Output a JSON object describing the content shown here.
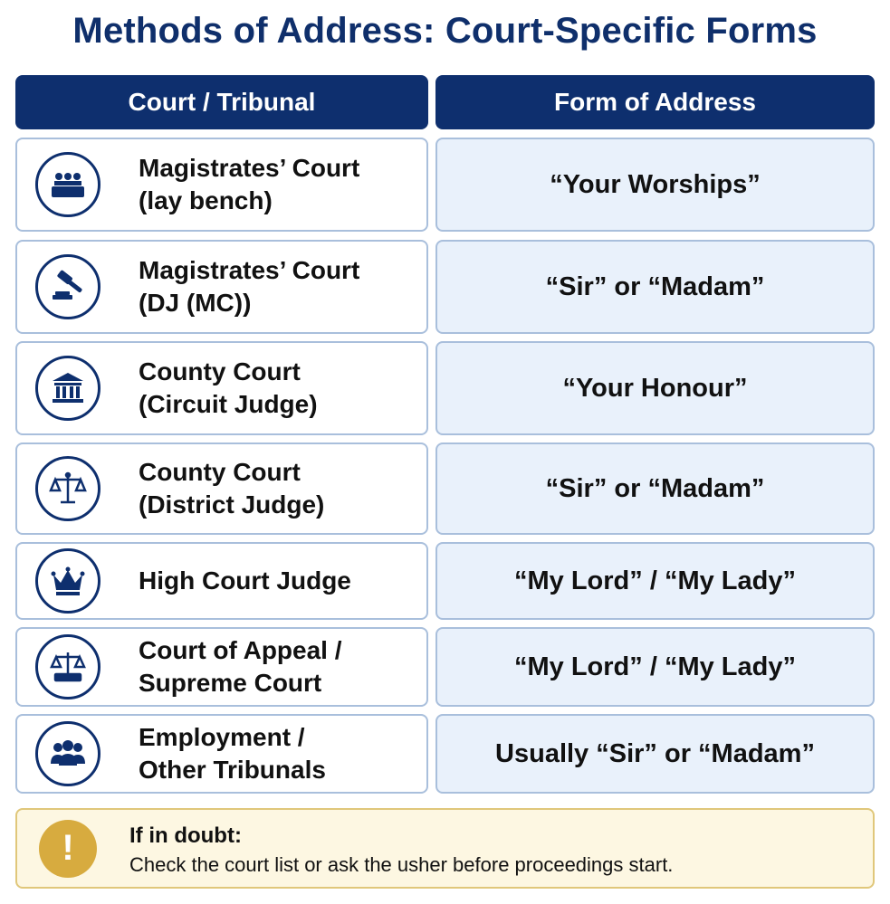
{
  "title": "Methods of Address: Court-Specific Forms",
  "headers": {
    "court": "Court / Tribunal",
    "address": "Form of Address"
  },
  "rows": [
    {
      "icon": "bench-icon",
      "court_line1": "Magistrates’ Court",
      "court_line2": "(lay bench)",
      "address": "“Your Worships”"
    },
    {
      "icon": "gavel-icon",
      "court_line1": "Magistrates’ Court",
      "court_line2": "(DJ (MC))",
      "address": "“Sir” or “Madam”"
    },
    {
      "icon": "courthouse-icon",
      "court_line1": "County Court",
      "court_line2": "(Circuit Judge)",
      "address": "“Your Honour”"
    },
    {
      "icon": "scales-icon",
      "court_line1": "County Court",
      "court_line2": "(District Judge)",
      "address": "“Sir” or “Madam”"
    },
    {
      "icon": "crown-icon",
      "court_line1": "High Court Judge",
      "court_line2": "",
      "address": "“My Lord” / “My Lady”"
    },
    {
      "icon": "scales-book-icon",
      "court_line1": "Court of Appeal /",
      "court_line2": "Supreme Court",
      "address": "“My Lord” / “My Lady”"
    },
    {
      "icon": "group-icon",
      "court_line1": "Employment /",
      "court_line2": "Other Tribunals",
      "address": "Usually “Sir” or “Madam”"
    }
  ],
  "note": {
    "icon": "exclamation-icon",
    "glyph": "!",
    "title": "If in doubt:",
    "body": "Check the court list or ask the usher before proceedings start."
  },
  "colors": {
    "navy": "#0e2f6e",
    "cell_blue": "#e9f1fb",
    "border": "#a9bfdc",
    "note_bg": "#fdf7e2",
    "note_icon": "#d7ab3f"
  }
}
